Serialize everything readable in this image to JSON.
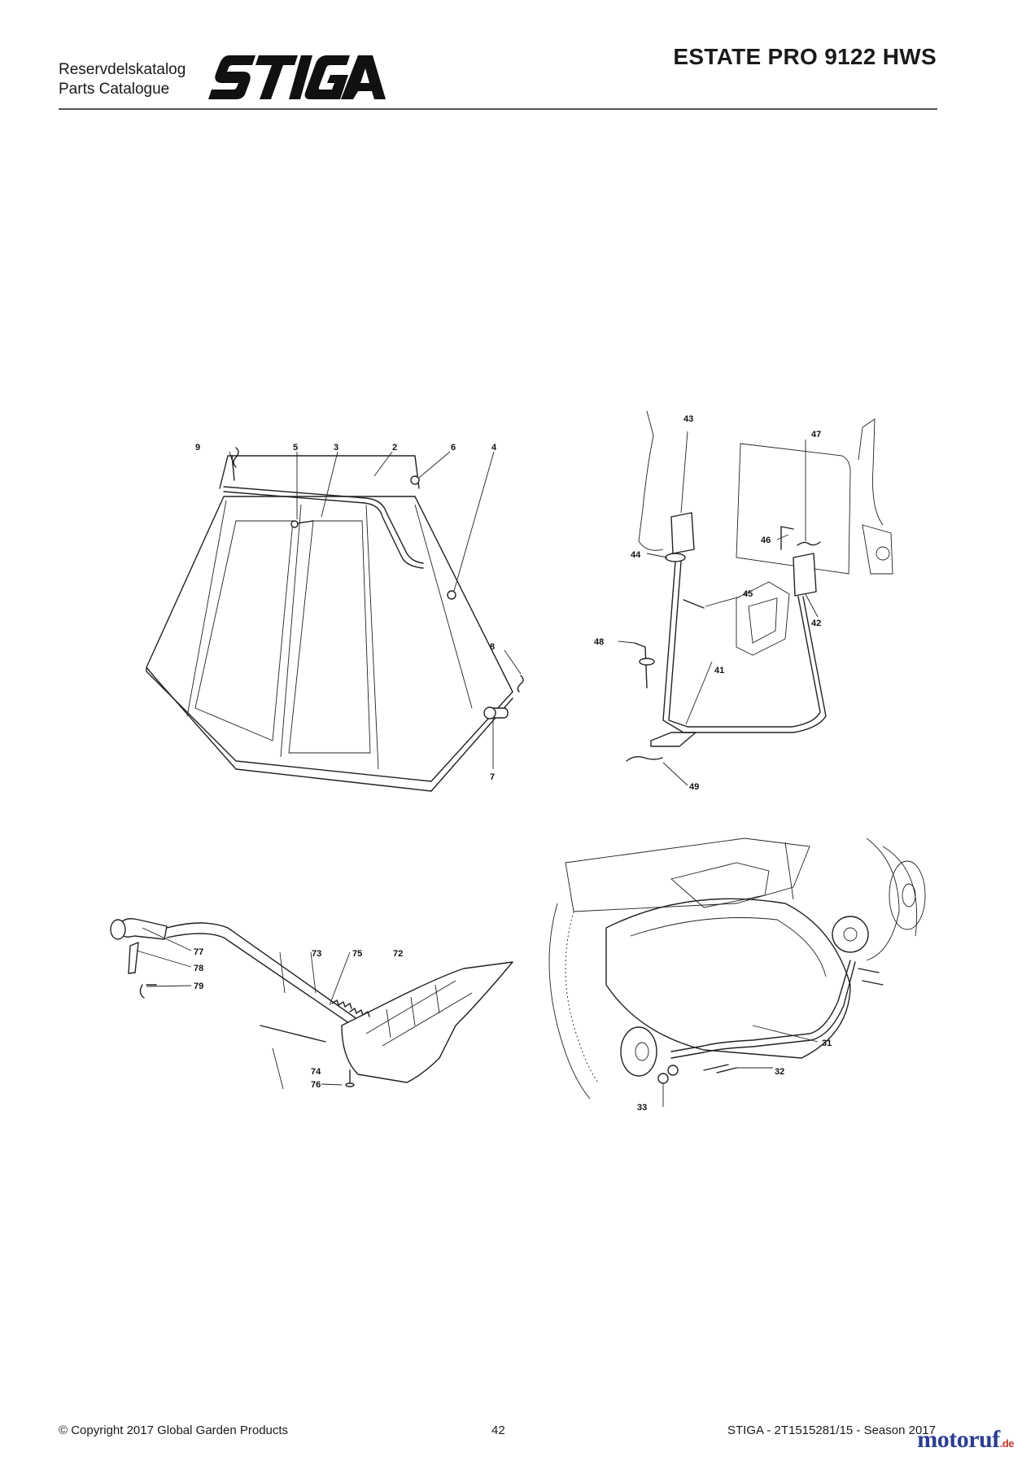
{
  "header": {
    "catalog_sv": "Reservdelskatalog",
    "catalog_en": "Parts Catalogue",
    "brand": "STIGA",
    "model": "ESTATE PRO 9122 HWS"
  },
  "figures": {
    "collector": {
      "labels": [
        "9",
        "5",
        "3",
        "2",
        "6",
        "4",
        "8",
        "7"
      ]
    },
    "lift_linkage": {
      "labels": [
        "43",
        "47",
        "46",
        "44",
        "45",
        "42",
        "48",
        "41",
        "49"
      ]
    },
    "chute_lever": {
      "labels": [
        "73",
        "75",
        "72",
        "77",
        "78",
        "79",
        "74",
        "76"
      ]
    },
    "deck_wheels": {
      "labels": [
        "31",
        "32",
        "33"
      ]
    }
  },
  "footer": {
    "copyright": "© Copyright 2017 Global Garden Products",
    "page_number": "42",
    "doc_ref": "STIGA - 2T1515281/15 - Season 2017"
  },
  "watermark": {
    "site": "motoruf",
    "tld": ".de"
  },
  "colors": {
    "watermark": "#2d3e92",
    "rule": "#555555"
  }
}
